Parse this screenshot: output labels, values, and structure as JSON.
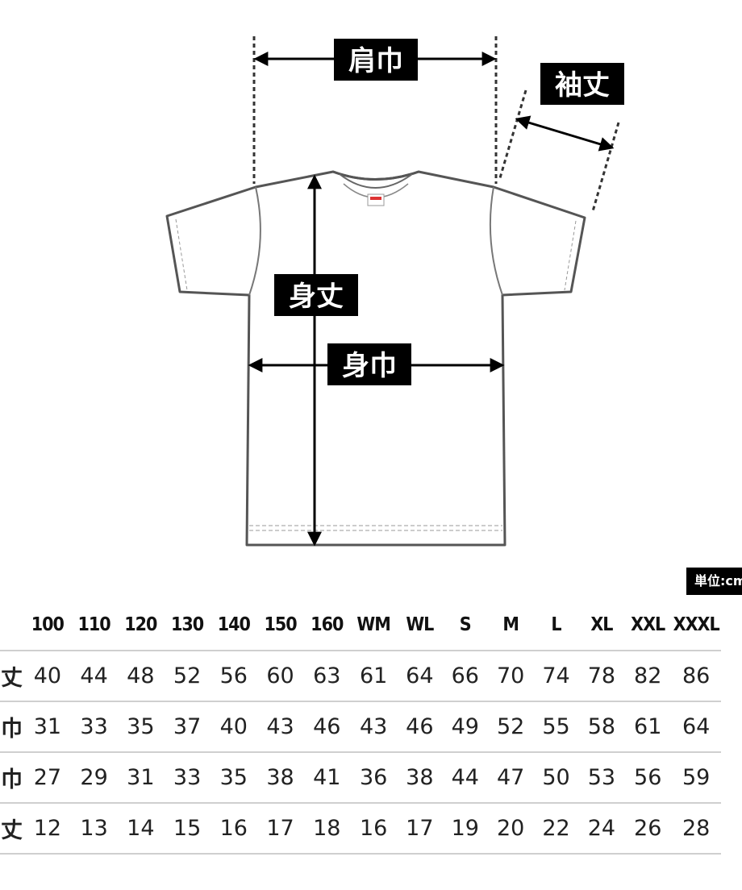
{
  "diagram": {
    "labels": {
      "shoulder_width": "肩巾",
      "sleeve_length": "袖丈",
      "body_length": "身丈",
      "body_width": "身巾"
    },
    "brand_tag_icon": "brand-tag-icon"
  },
  "unit_badge": "単位:cm",
  "table": {
    "headers": [
      "100",
      "110",
      "120",
      "130",
      "140",
      "150",
      "160",
      "WM",
      "WL",
      "S",
      "M",
      "L",
      "XL",
      "XXL",
      "XXXL"
    ],
    "rows": [
      {
        "label": "身丈",
        "values": [
          "40",
          "44",
          "48",
          "52",
          "56",
          "60",
          "63",
          "61",
          "64",
          "66",
          "70",
          "74",
          "78",
          "82",
          "86"
        ]
      },
      {
        "label": "身巾",
        "values": [
          "31",
          "33",
          "35",
          "37",
          "40",
          "43",
          "46",
          "43",
          "46",
          "49",
          "52",
          "55",
          "58",
          "61",
          "64"
        ]
      },
      {
        "label": "肩巾",
        "values": [
          "27",
          "29",
          "31",
          "33",
          "35",
          "38",
          "41",
          "36",
          "38",
          "44",
          "47",
          "50",
          "53",
          "56",
          "59"
        ]
      },
      {
        "label": "袖丈",
        "values": [
          "12",
          "13",
          "14",
          "15",
          "16",
          "17",
          "18",
          "16",
          "17",
          "19",
          "20",
          "22",
          "24",
          "26",
          "28"
        ]
      }
    ]
  }
}
